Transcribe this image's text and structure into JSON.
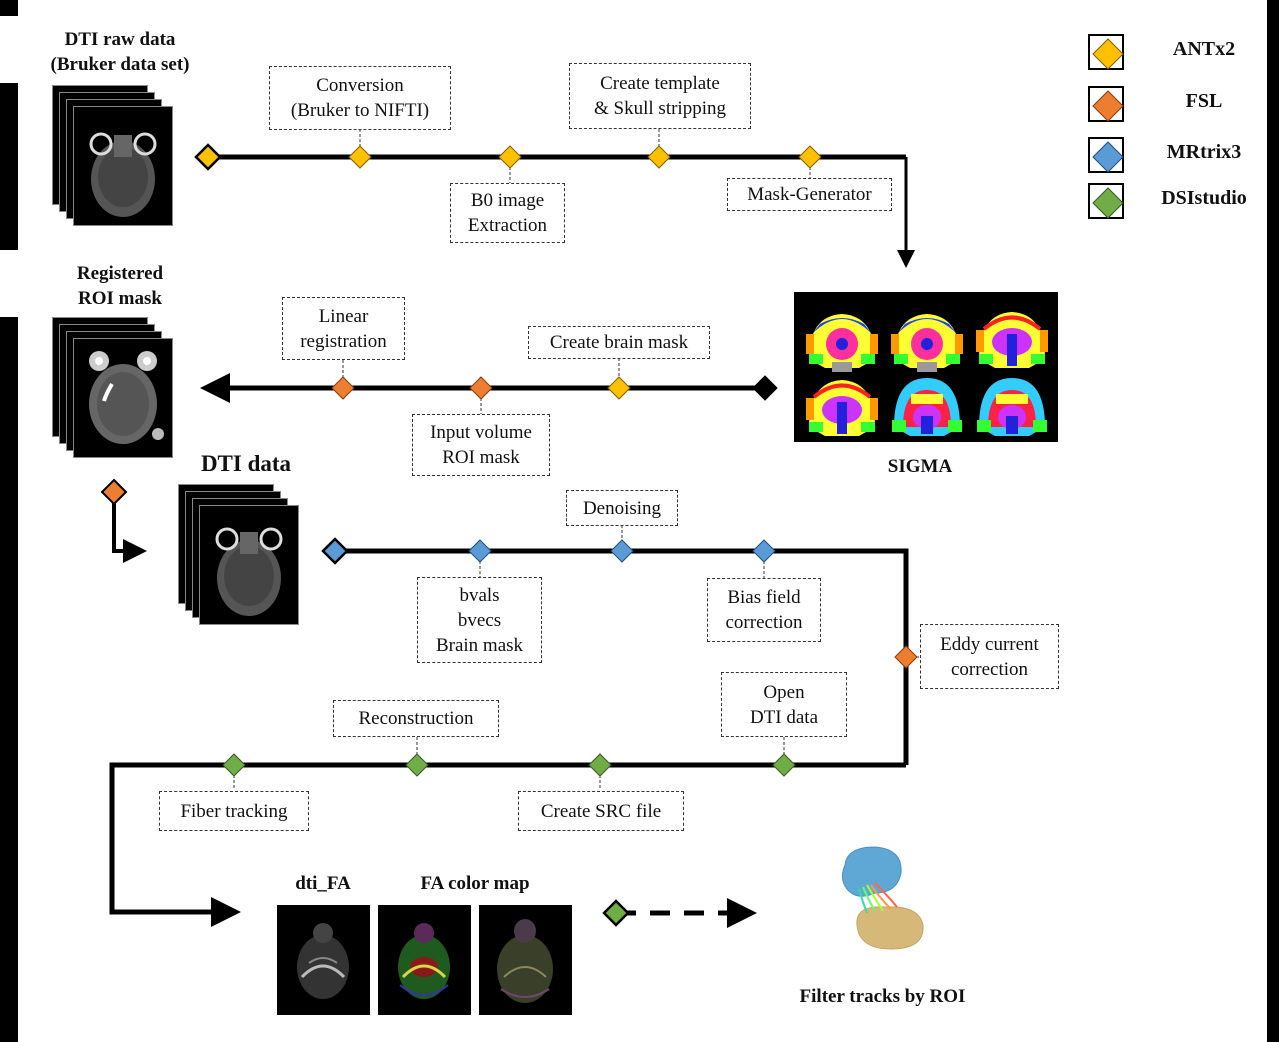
{
  "legend": [
    {
      "label": "ANTx2",
      "color": "#ffc000",
      "icon": "diamond-icon"
    },
    {
      "label": "FSL",
      "color": "#ed7d31",
      "icon": "diamond-icon"
    },
    {
      "label": "MRtrix3",
      "color": "#5b9bd5",
      "icon": "diamond-icon"
    },
    {
      "label": "DSIstudio",
      "color": "#70ad47",
      "icon": "diamond-icon"
    }
  ],
  "titles": {
    "raw_data": "DTI raw data\n(Bruker data set)",
    "registered_roi": "Registered\nROI mask",
    "dti_data": "DTI data",
    "sigma": "SIGMA",
    "dti_fa": "dti_FA",
    "fa_color_map": "FA color map",
    "filter_tracks": "Filter tracks by ROI"
  },
  "row1": {
    "steps": [
      {
        "label": "Conversion\n(Bruker to NIFTI)",
        "tool": "ANTx2",
        "position": "above"
      },
      {
        "label": "B0 image\nExtraction",
        "tool": "ANTx2",
        "position": "below"
      },
      {
        "label": "Create template\n& Skull stripping",
        "tool": "ANTx2",
        "position": "above"
      },
      {
        "label": "Mask-Generator",
        "tool": "ANTx2",
        "position": "below"
      }
    ]
  },
  "row2": {
    "steps": [
      {
        "label": "Linear\nregistration",
        "tool": "FSL",
        "position": "above"
      },
      {
        "label": "Input volume\nROI mask",
        "tool": "FSL",
        "position": "below"
      },
      {
        "label": "Create brain mask",
        "tool": "ANTx2",
        "position": "above"
      }
    ]
  },
  "row3": {
    "steps": [
      {
        "label": "bvals\nbvecs\nBrain mask",
        "tool": "MRtrix3",
        "position": "below"
      },
      {
        "label": "Denoising",
        "tool": "MRtrix3",
        "position": "above"
      },
      {
        "label": "Bias field\ncorrection",
        "tool": "MRtrix3",
        "position": "below"
      },
      {
        "label": "Eddy current\ncorrection",
        "tool": "FSL",
        "position": "right"
      }
    ]
  },
  "row4": {
    "steps": [
      {
        "label": "Fiber tracking",
        "tool": "DSIstudio",
        "position": "below"
      },
      {
        "label": "Reconstruction",
        "tool": "DSIstudio",
        "position": "above"
      },
      {
        "label": "Create SRC file",
        "tool": "DSIstudio",
        "position": "below"
      },
      {
        "label": "Open\nDTI data",
        "tool": "DSIstudio",
        "position": "above"
      }
    ]
  }
}
